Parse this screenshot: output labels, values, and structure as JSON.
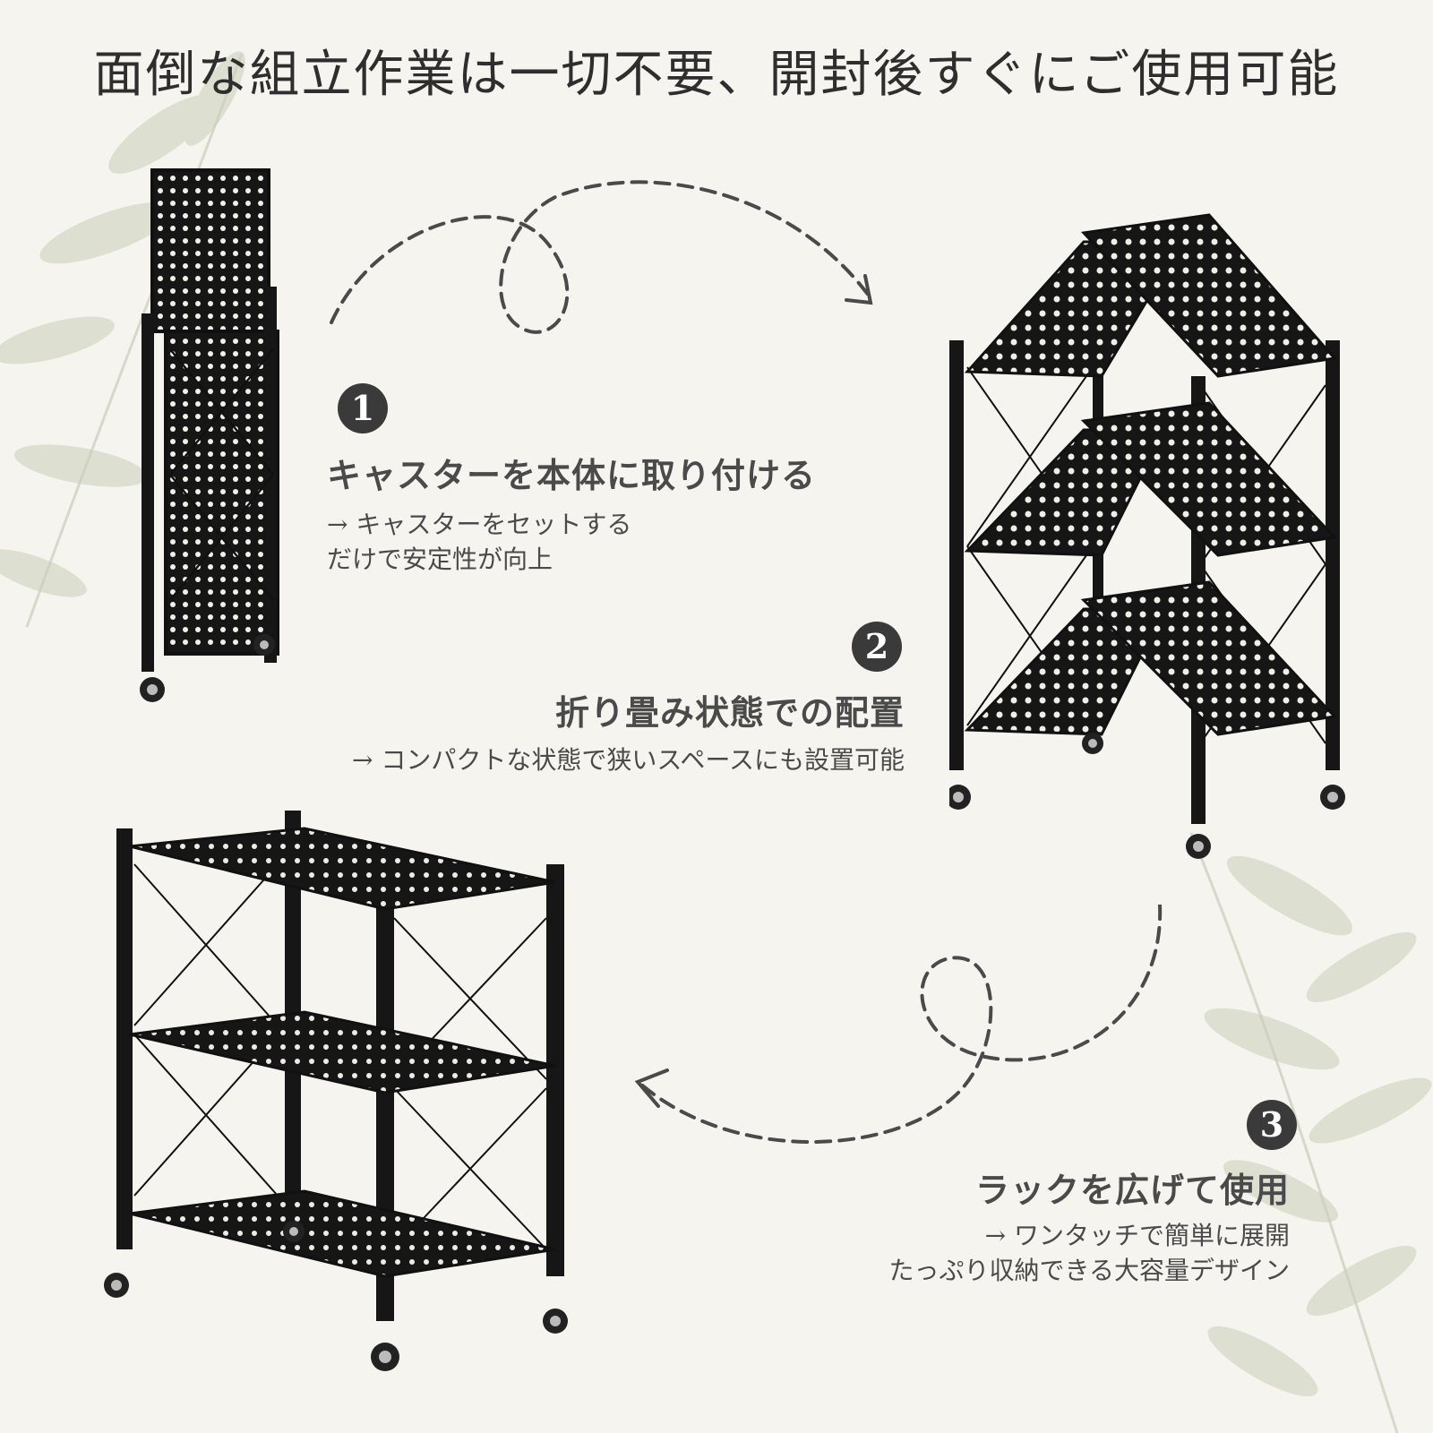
{
  "headline": "面倒な組立作業は一切不要、開封後すぐにご使用可能",
  "steps": [
    {
      "number": "1",
      "title": "キャスターを本体に取り付ける",
      "desc_lines": [
        "→ キャスターをセットする",
        "だけで安定性が向上"
      ]
    },
    {
      "number": "2",
      "title": "折り畳み状態での配置",
      "desc_lines": [
        "→ コンパクトな状態で狭いスペースにも設置可能"
      ]
    },
    {
      "number": "3",
      "title": "ラックを広げて使用",
      "desc_lines": [
        "→ ワンタッチで簡単に展開",
        "たっぷり収納できる大容量デザイン"
      ]
    }
  ],
  "colors": {
    "background": "#f5f4ef",
    "rack": "#161616",
    "leaf": "#c9cdb9",
    "badge": "#3a3a3a",
    "arrow": "#4a4a4a"
  },
  "icons": [
    "leaf-decoration",
    "dashed-loop-arrow",
    "folded-rack",
    "half-open-rack",
    "open-rack"
  ]
}
